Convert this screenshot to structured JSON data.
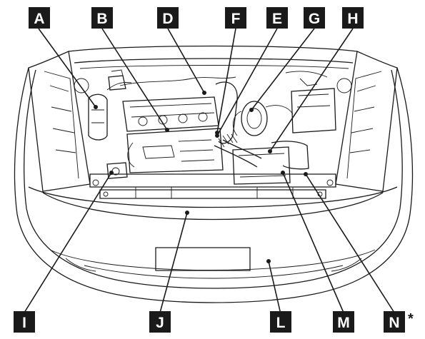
{
  "callouts": [
    {
      "label": "A"
    },
    {
      "label": "B"
    },
    {
      "label": "D"
    },
    {
      "label": "F"
    },
    {
      "label": "E"
    },
    {
      "label": "G"
    },
    {
      "label": "H"
    },
    {
      "label": "I"
    },
    {
      "label": "J"
    },
    {
      "label": "L"
    },
    {
      "label": "M"
    },
    {
      "label": "N"
    }
  ],
  "note_mark": "*",
  "colors": {
    "ink": "#1a1a1a",
    "background": "#ffffff"
  }
}
